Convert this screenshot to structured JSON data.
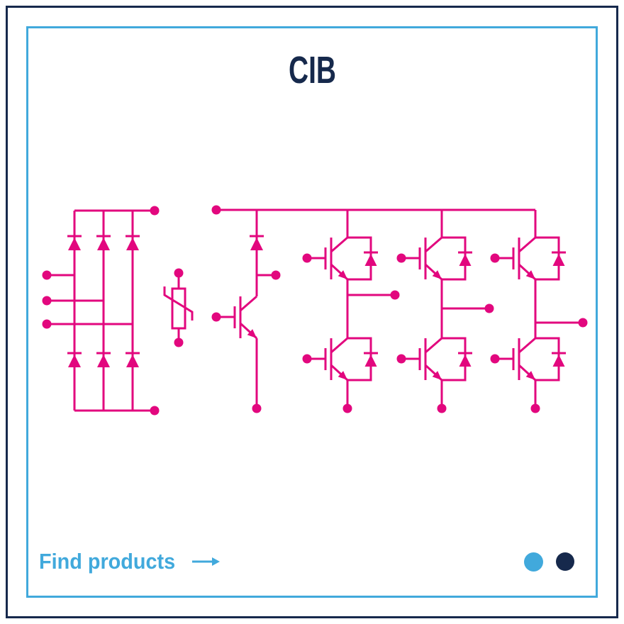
{
  "card": {
    "title": "CIB",
    "footer": {
      "link_label": "Find products",
      "arrow_icon": "arrow-right"
    }
  },
  "colors": {
    "navy": "#16294C",
    "blue": "#41A9DC",
    "magenta": "#E2077E",
    "bg": "#FFFFFF"
  },
  "legend_dots": [
    {
      "name": "light-blue-dot",
      "color": "#41A9DC"
    },
    {
      "name": "dark-navy-dot",
      "color": "#16294C"
    }
  ],
  "diagram": {
    "kind": "power-module-circuit-schematic",
    "line_color": "#E2077E",
    "sections": [
      {
        "id": "rectifier-bridge",
        "label": "three-phase rectifier bridge",
        "diodes": 6,
        "ac-input-terminals": 3,
        "dc-output-terminals": 2
      },
      {
        "id": "varistor",
        "label": "varistor",
        "terminals": 2
      },
      {
        "id": "brake-chopper",
        "label": "brake chopper IGBT with series diode",
        "igbts": 1,
        "diodes": 1
      },
      {
        "id": "inverter",
        "label": "three-phase IGBT inverter",
        "legs": 3,
        "igbts": 6,
        "freewheeling-diodes": 6,
        "phase-output-terminals": 3
      }
    ]
  }
}
